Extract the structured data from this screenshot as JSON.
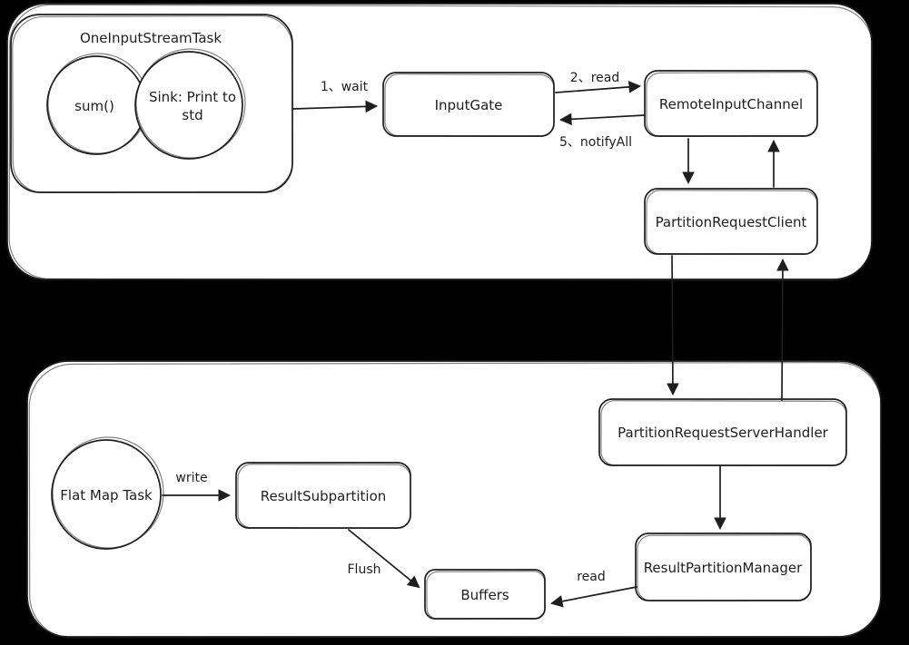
{
  "colors": {
    "background": "#000000",
    "stroke": "#1e1e1e",
    "shape_fill": "#ffffff"
  },
  "upper_container": {
    "stream_task_group": {
      "label": "OneInputStreamTask",
      "sum_node": "sum()",
      "sink_node_line1": "Sink: Print to",
      "sink_node_line2": "std"
    },
    "input_gate": "InputGate",
    "remote_input_channel": "RemoteInputChannel",
    "partition_request_client": "PartitionRequestClient",
    "edge_wait": "1、wait",
    "edge_read": "2、read",
    "edge_notify_all": "5、notifyAll"
  },
  "lower_container": {
    "flat_map_task": "Flat Map Task",
    "result_subpartition": "ResultSubpartition",
    "buffers": "Buffers",
    "partition_request_server_handler": "PartitionRequestServerHandler",
    "result_partition_manager": "ResultPartitionManager",
    "edge_write": "write",
    "edge_flush": "Flush",
    "edge_read": "read"
  }
}
